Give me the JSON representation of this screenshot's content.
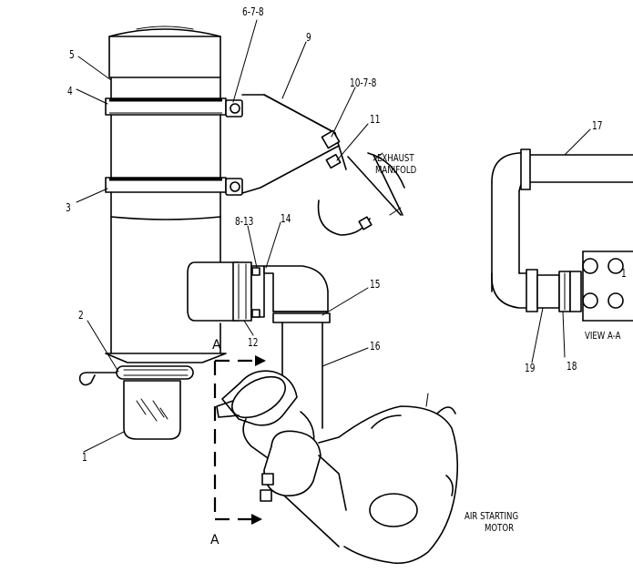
{
  "callouts": {
    "c1": "1",
    "c2": "2",
    "c3": "3",
    "c4": "4",
    "c5": "5",
    "c678": "6-7-8",
    "c9": "9",
    "c1078": "10-7-8",
    "c11": "11",
    "c813": "8-13",
    "c14": "14",
    "c12": "12",
    "c15": "15",
    "c16": "16",
    "c17": "17",
    "c18": "18",
    "c19": "19",
    "c1b": "1"
  },
  "labels": {
    "exhaust_line1": "EXHAUST",
    "exhaust_line2": "MANIFOLD",
    "air_line1": "AIR STARTING",
    "air_line2": "MOTOR",
    "view": "VIEW A-A",
    "section_top": "A",
    "section_bottom": "A"
  }
}
